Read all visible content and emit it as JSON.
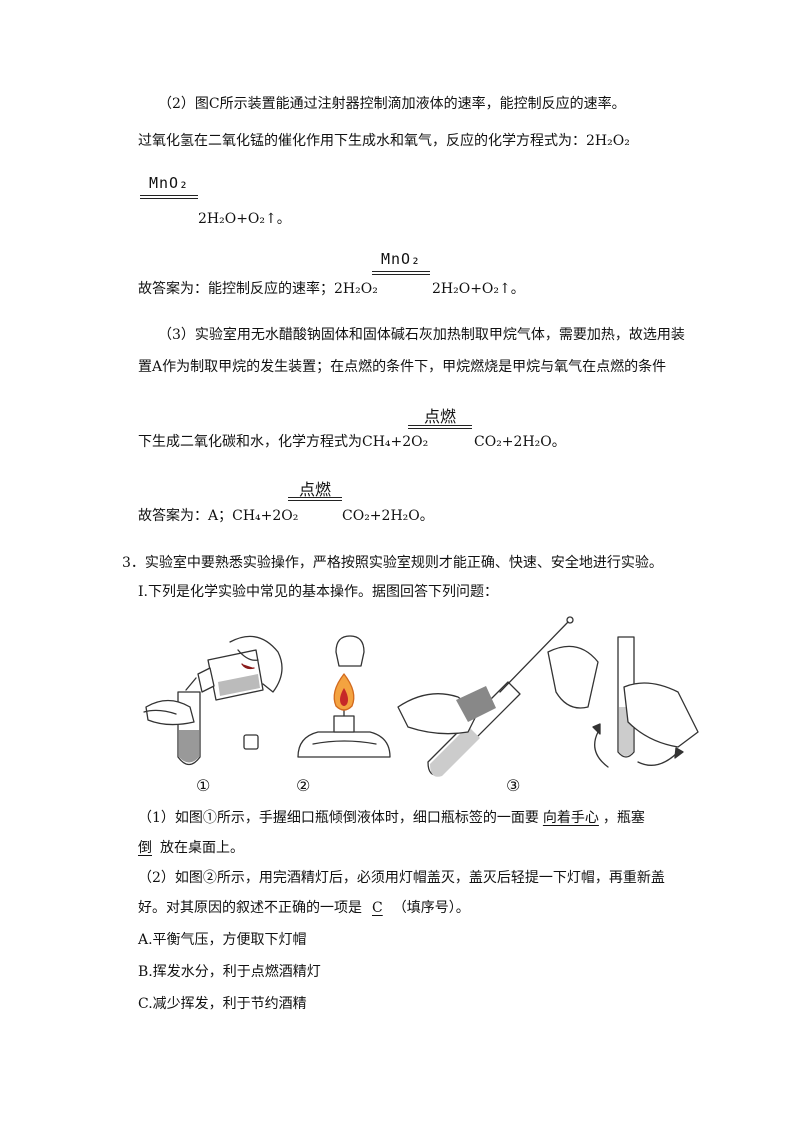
{
  "part2": {
    "line1": "（2）图C所示装置能通过注射器控制滴加液体的速率，能控制反应的速率。",
    "line2": "过氧化氢在二氧化锰的催化作用下生成水和氧气，反应的化学方程式为：2H₂O₂",
    "catalyst_label": "MnO₂",
    "line3": "2H₂O+O₂↑。",
    "answer_catalyst": "MnO₂",
    "answer_left": "故答案为：能控制反应的速率；2H₂O₂",
    "answer_right": "2H₂O+O₂↑。"
  },
  "part3": {
    "line1": "（3）实验室用无水醋酸钠固体和固体碱石灰加热制取甲烷气体，需要加热，故选用装",
    "line2": "置A作为制取甲烷的发生装置；在点燃的条件下，甲烷燃烧是甲烷与氧气在点燃的条件",
    "condition": "点燃",
    "line3_left": "下生成二氧化碳和水，化学方程式为CH₄+2O₂",
    "line3_right": "CO₂+2H₂O。",
    "answer_condition": "点燃",
    "answer_left": "故答案为：A；CH₄+2O₂",
    "answer_right": "CO₂+2H₂O。"
  },
  "q3": {
    "stem": "3．实验室中要熟悉实验操作，严格按照实验室规则才能正确、快速、安全地进行实验。",
    "intro": "Ⅰ.下列是化学实验中常见的基本操作。据图回答下列问题：",
    "fig_labels": [
      "①",
      "②",
      "③"
    ],
    "s1_pre": "（1）如图①所示，手握细口瓶倾倒液体时，细口瓶标签的一面要",
    "s1_ans1": "向着手心",
    "s1_mid": "，瓶塞",
    "s1_ans2": "倒",
    "s1_post": "放在桌面上。",
    "s2_line1": "（2）如图②所示，用完酒精灯后，必须用灯帽盖灭，盖灭后轻提一下灯帽，再重新盖",
    "s2_pre": "好。对其原因的叙述不正确的一项是",
    "s2_ans": "C",
    "s2_post": "（填序号）。",
    "optA": "A.平衡气压，方便取下灯帽",
    "optB": "B.挥发水分，利于点燃酒精灯",
    "optC": "C.减少挥发，利于节约酒精"
  }
}
